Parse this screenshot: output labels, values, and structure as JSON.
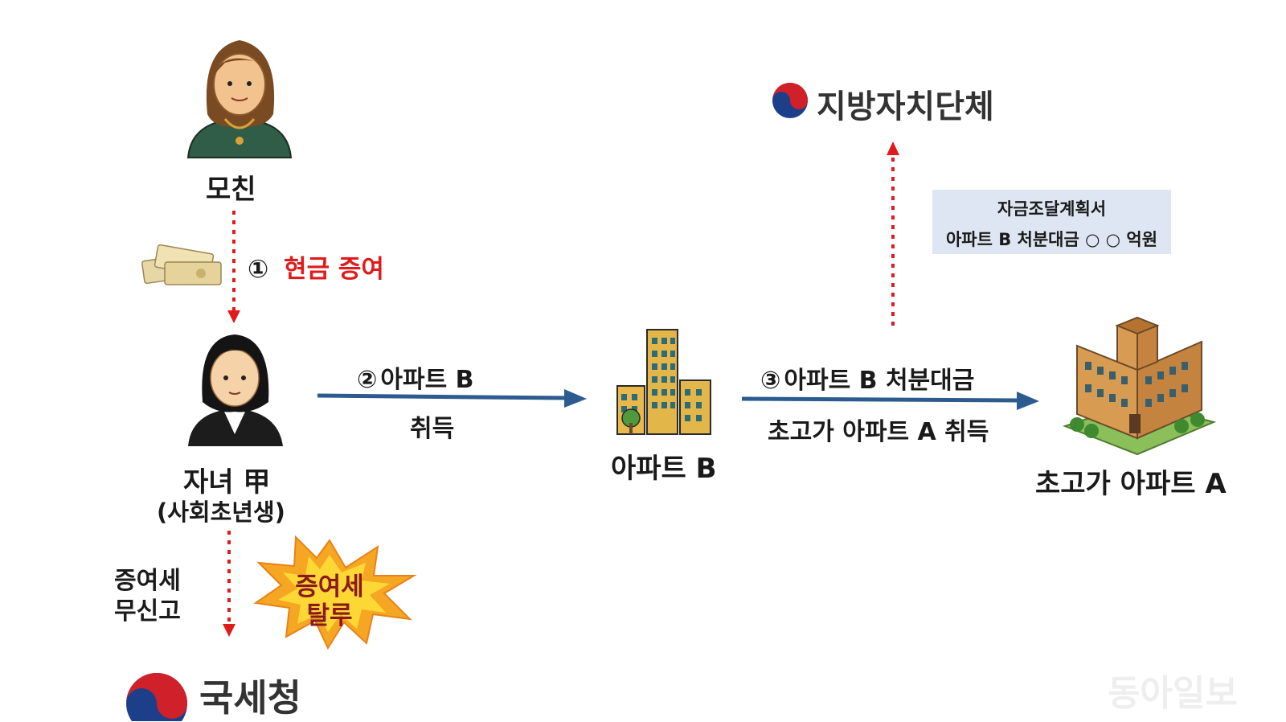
{
  "nodes": {
    "mother": {
      "label": "모친"
    },
    "child": {
      "label": "자녀 甲",
      "sublabel": "(사회초년생)"
    },
    "apartment_b": {
      "label": "아파트 B"
    },
    "apartment_a": {
      "label": "초고가 아파트 A"
    },
    "local_gov": {
      "label": "지방자치단체"
    },
    "tax_office": {
      "label": "국세청"
    }
  },
  "edges": {
    "step1": {
      "number": "①",
      "label": "현금 증여"
    },
    "step2": {
      "number": "②",
      "label": "아파트 B",
      "sublabel": "취득"
    },
    "step3": {
      "number": "③",
      "label": "아파트 B 처분대금",
      "sublabel": "초고가 아파트 A 취득"
    },
    "unreported": {
      "line1": "증여세",
      "line2": "무신고"
    }
  },
  "burst": {
    "line1": "증여세",
    "line2": "탈루"
  },
  "funding_plan": {
    "title": "자금조달계획서",
    "detail": "아파트 B 처분대금 ○ ○ 억원"
  },
  "watermark": "동아일보",
  "colors": {
    "red_dotted": "#e01b1b",
    "blue_arrow": "#2e5b8f",
    "red_text": "#e01b1b",
    "plan_box_bg": "#dde6f2"
  }
}
